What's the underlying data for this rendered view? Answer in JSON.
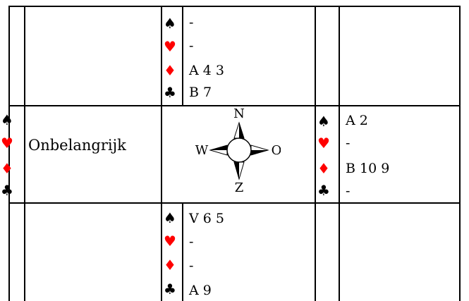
{
  "suits": {
    "spades": "♠",
    "hearts": "♥",
    "diamonds": "♦",
    "clubs": "♣",
    "colors": {
      "spades": "#000000",
      "hearts": "#ff0000",
      "diamonds": "#ff0000",
      "clubs": "#000000"
    }
  },
  "north": {
    "spades": "-",
    "hearts": "-",
    "diamonds": "A 4 3",
    "clubs": "B 7"
  },
  "west": {
    "label": "Onbelangrijk"
  },
  "east": {
    "spades": "A 2",
    "hearts": "-",
    "diamonds": "B 10 9",
    "clubs": "-"
  },
  "south": {
    "spades": "V 6 5",
    "hearts": "-",
    "diamonds": "-",
    "clubs": "A 9"
  },
  "compass": {
    "n": "N",
    "w": "W",
    "o": "O",
    "z": "Z"
  }
}
